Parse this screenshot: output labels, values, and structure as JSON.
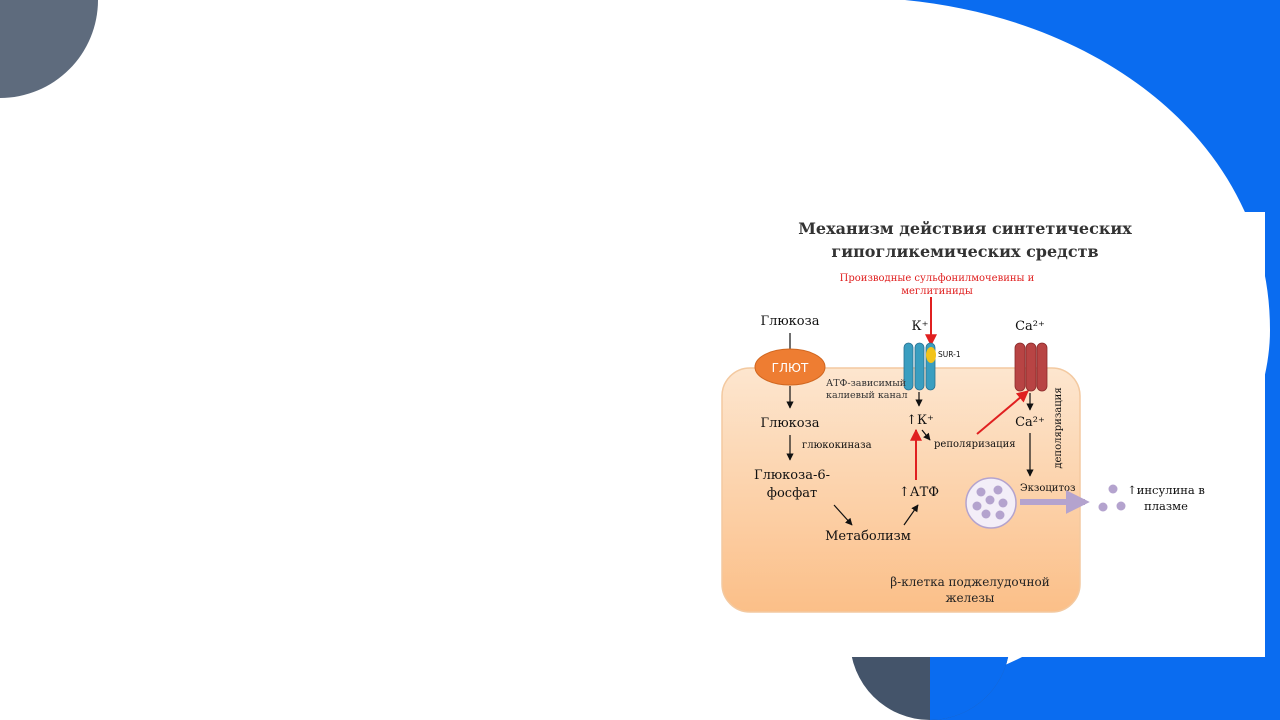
{
  "colors": {
    "accent_blue": "#0a6cf0",
    "accent_slate": "#5e6b7d",
    "accent_navy": "#44546a",
    "cell_fill_top": "#fde6cf",
    "cell_fill_bottom": "#fbbf88",
    "glut_orange": "#ee7d32",
    "channel_teal": "#3a9ec0",
    "channel_red": "#b84444",
    "drug_red": "#e02020",
    "sur_yellow": "#f2c31a",
    "vesicle_purple": "#b4a3ce"
  },
  "diagram": {
    "title_line1": "Механизм действия синтетических",
    "title_line2": "гипогликемических средств",
    "drug_line1": "Производные сульфонилмочевины и",
    "drug_line2": "меглитиниды",
    "glucose_out": "Глюкоза",
    "glut": "ГЛЮТ",
    "glucose_in": "Глюкоза",
    "glucokinase": "глюкокиназа",
    "g6p_line1": "Глюкоза-6-",
    "g6p_line2": "фосфат",
    "metabolism": "Метаболизм",
    "atp": "↑АТФ",
    "k_out": "К⁺",
    "k_in": "↑К⁺",
    "sur1": "SUR-1",
    "katp_line1": "АТФ-зависимый",
    "katp_line2": "калиевый канал",
    "repolarization": "реполяризация",
    "ca_out": "Ca²⁺",
    "ca_in": "Ca²⁺",
    "depolarization": "деполяризация",
    "exocytosis": "Экзоцитоз",
    "insulin_line1": "↑инсулина в",
    "insulin_line2": "плазме",
    "cell_line1": "β-клетка поджелудочной",
    "cell_line2": "железы"
  }
}
